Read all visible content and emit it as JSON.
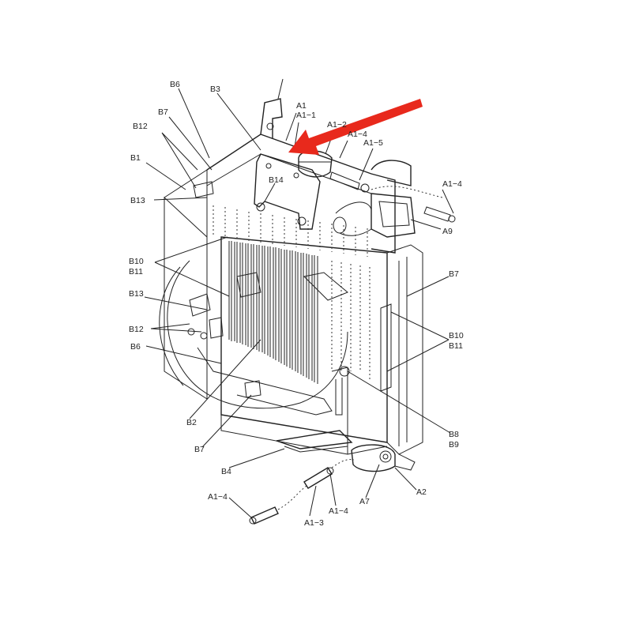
{
  "labels": {
    "A1": "A1",
    "A1_1": "A1−1",
    "A1_2": "A1−2",
    "A1_4_top": "A1−4",
    "A1_5": "A1−5",
    "A1_4_right": "A1−4",
    "A9": "A9",
    "B6_top": "B6",
    "B3": "B3",
    "B7_top": "B7",
    "B12_top": "B12",
    "B1": "B1",
    "B14": "B14",
    "B13_top": "B13",
    "B10_left": "B10",
    "B11_left": "B11",
    "B13_mid": "B13",
    "B12_mid": "B12",
    "B6_mid": "B6",
    "B7_right": "B7",
    "B10_right": "B10",
    "B11_right": "B11",
    "B2": "B2",
    "B8": "B8",
    "B9": "B9",
    "B7_bottom": "B7",
    "B4": "B4",
    "A7": "A7",
    "A2": "A2",
    "A1_4_bl": "A1−4",
    "A1_4_bm": "A1−4",
    "A1_3": "A1−3"
  },
  "colors": {
    "arrow": "#e8291c",
    "line": "#222222"
  },
  "callout_arrow": "red-arrow-pointing-to-A1"
}
